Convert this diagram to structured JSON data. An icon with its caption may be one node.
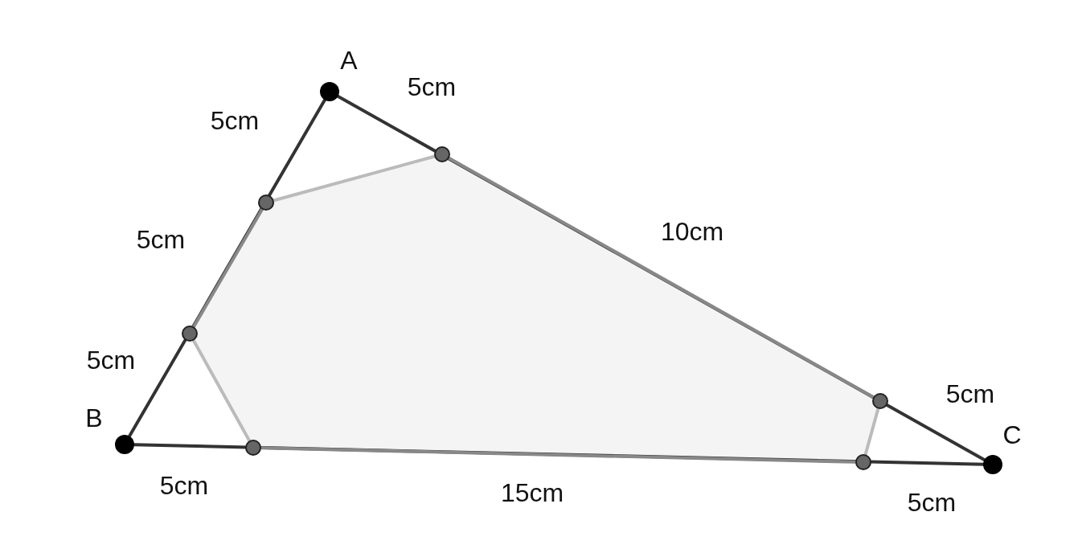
{
  "diagram": {
    "labels": [
      "A",
      "5cm",
      "5cm",
      "10cm",
      "5cm",
      "5cm",
      "5cm",
      "B",
      "C",
      "5cm",
      "15cm",
      "5cm"
    ]
  }
}
